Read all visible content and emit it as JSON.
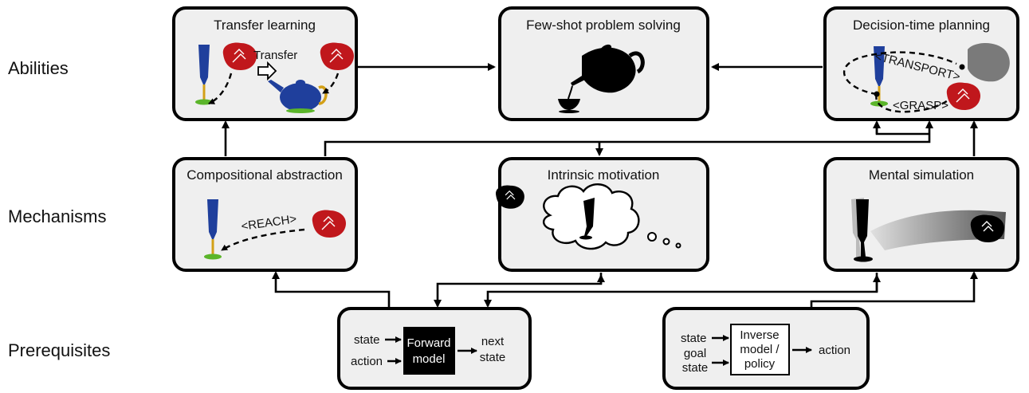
{
  "rows": {
    "abilities": "Abilities",
    "mechanisms": "Mechanisms",
    "prerequisites": "Prerequisites"
  },
  "boxes": {
    "transfer_learning": {
      "title": "Transfer learning",
      "transfer_label": "Transfer"
    },
    "few_shot": {
      "title": "Few-shot problem solving"
    },
    "decision_time": {
      "title": "Decision-time planning",
      "transport": "<TRANSPORT>",
      "grasp": "<GRASP>"
    },
    "compositional": {
      "title": "Compositional abstraction",
      "reach": "<REACH>"
    },
    "intrinsic": {
      "title": "Intrinsic motivation"
    },
    "mental_sim": {
      "title": "Mental simulation"
    },
    "forward_model": {
      "in_state": "state",
      "in_action": "action",
      "model_line1": "Forward",
      "model_line2": "model",
      "out_line1": "next",
      "out_line2": "state"
    },
    "inverse_model": {
      "in_state": "state",
      "in_goal_line1": "goal",
      "in_goal_line2": "state",
      "model_line1": "Inverse",
      "model_line2": "model /",
      "model_line3": "policy",
      "out_action": "action"
    }
  },
  "colors": {
    "glass_blue": "#1f3f9c",
    "glass_gold": "#d3a017",
    "glass_green": "#5bb52a",
    "hand_red": "#c0171c",
    "box_fill": "#efefef"
  }
}
